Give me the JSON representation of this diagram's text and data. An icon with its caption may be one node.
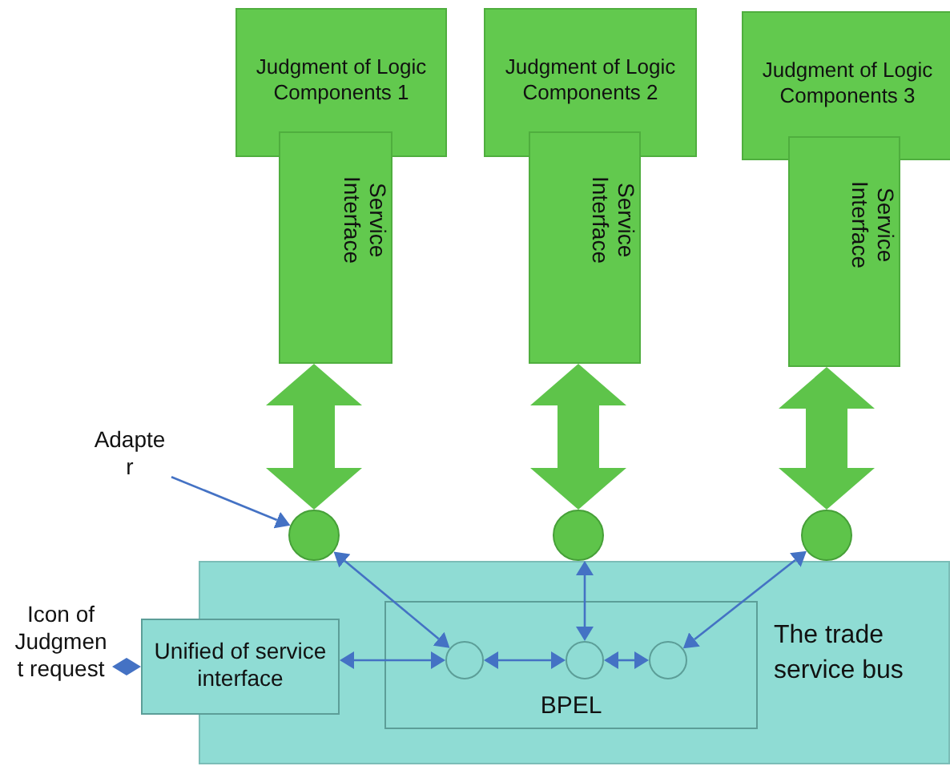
{
  "diagram": {
    "nodes": [
      {
        "text": [
          "Judgment of Logic Components 1"
        ]
      },
      {
        "text": [
          "Service Interface"
        ]
      },
      {
        "text": [
          "Judgment of Logic Components 2"
        ]
      },
      {
        "text": [
          "Service Interface"
        ]
      },
      {
        "text": [
          "Judgment of Logic Components 3"
        ]
      },
      {
        "text": [
          "Service Interface"
        ]
      },
      {
        "text": [],
        "shape": "circle"
      },
      {
        "text": [],
        "shape": "circle"
      },
      {
        "text": [],
        "shape": "circle"
      },
      {
        "text": [
          "The trade service bus"
        ]
      },
      {
        "text": [
          "Unified of service interface"
        ]
      },
      {
        "text": [
          "BPEL"
        ],
        "in": 9
      },
      {
        "text": [],
        "shape": "circle",
        "in": 11
      },
      {
        "text": [],
        "shape": "circle",
        "in": 11
      },
      {
        "text": [],
        "shape": "circle",
        "in": 11
      },
      {
        "text": [
          "Adapte r"
        ]
      },
      {
        "text": [
          "Icon of Judgmen t request"
        ]
      }
    ],
    "edges": [
      {
        "from": 1,
        "to": 6,
        "arrow": "both",
        "style": "thick",
        "color": "#5ec44a"
      },
      {
        "from": 3,
        "to": 7,
        "arrow": "both",
        "style": "thick",
        "color": "#5ec44a"
      },
      {
        "from": 5,
        "to": 8,
        "arrow": "both",
        "style": "thick",
        "color": "#5ec44a"
      },
      {
        "from": 15,
        "to": 6,
        "arrow": "to"
      },
      {
        "from": 6,
        "to": 12,
        "arrow": "both"
      },
      {
        "from": 7,
        "to": 13,
        "arrow": "both"
      },
      {
        "from": 8,
        "to": 14,
        "arrow": "both"
      },
      {
        "from": 10,
        "to": 12,
        "arrow": "both"
      },
      {
        "from": 12,
        "to": 13,
        "arrow": "both"
      },
      {
        "from": 13,
        "to": 14,
        "arrow": "both"
      },
      {
        "from": 10,
        "to": 16,
        "arrow": "both"
      }
    ]
  }
}
